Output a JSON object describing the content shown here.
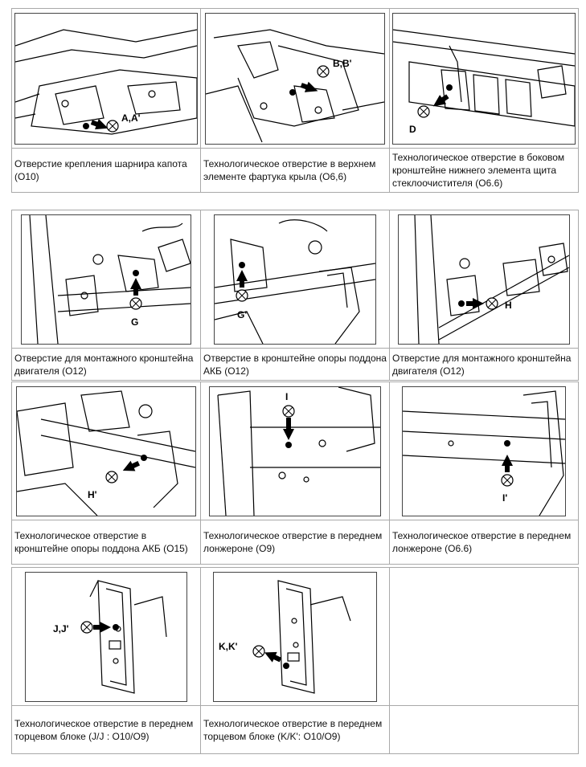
{
  "rows": [
    {
      "cells": [
        {
          "label": "A,A'",
          "caption": "Отверстие крепления шарнира капота (O10)"
        },
        {
          "label": "B,B'",
          "caption": "Технологическое отверстие в верхнем элементе фартука крыла (O6,6)"
        },
        {
          "label": "D",
          "caption": "Технологическое отверстие в боковом кронштейне нижнего элемента щита стеклоочистителя (O6.6)"
        }
      ]
    },
    {
      "cells": [
        {
          "label": "G",
          "caption": "Отверстие для монтажного кронштейна двигателя (O12)"
        },
        {
          "label": "G'",
          "caption": "Отверстие в кронштейне опоры поддона АКБ (O12)"
        },
        {
          "label": "H",
          "caption": "Отверстие для монтажного кронштейна двигателя (O12)"
        }
      ]
    },
    {
      "cells": [
        {
          "label": "H'",
          "caption": "Технологическое отверстие в кронштейне опоры поддона АКБ (O15)"
        },
        {
          "label": "I",
          "caption": "Технологическое отверстие в переднем лонжероне (O9)"
        },
        {
          "label": "I'",
          "caption": "Технологическое отверстие в переднем лонжероне (O6.6)"
        }
      ]
    },
    {
      "cells": [
        {
          "label": "J,J'",
          "caption": "Технологическое отверстие в переднем торцевом блоке (J/J : O10/O9)"
        },
        {
          "label": "K,K'",
          "caption": "Технологическое отверстие в переднем торцевом блоке (K/K': O10/O9)"
        },
        {
          "label": "",
          "caption": ""
        }
      ]
    }
  ]
}
